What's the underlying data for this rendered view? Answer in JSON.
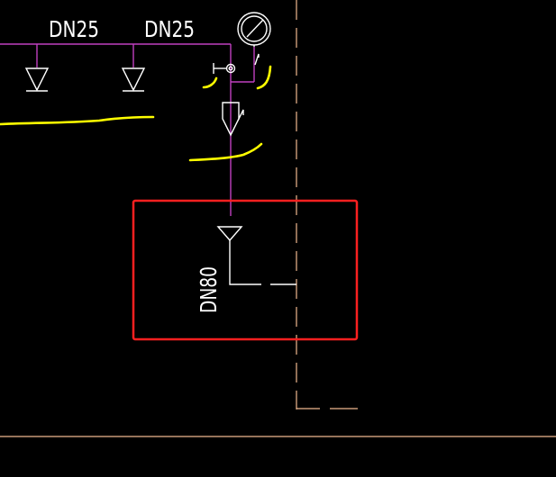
{
  "labels": {
    "pipe_1": "DN25",
    "pipe_2": "DN25",
    "main_pipe": "DN80"
  },
  "colors": {
    "background": "#000000",
    "pipe": "#c040c0",
    "fixture": "#ffffff",
    "markup_yellow": "#ffff00",
    "highlight_box": "#ff2020",
    "boundary": "#f0b890"
  },
  "icons": [
    "sprinkler-head-icon",
    "pressure-gauge-icon",
    "valve-icon",
    "alarm-valve-icon"
  ]
}
